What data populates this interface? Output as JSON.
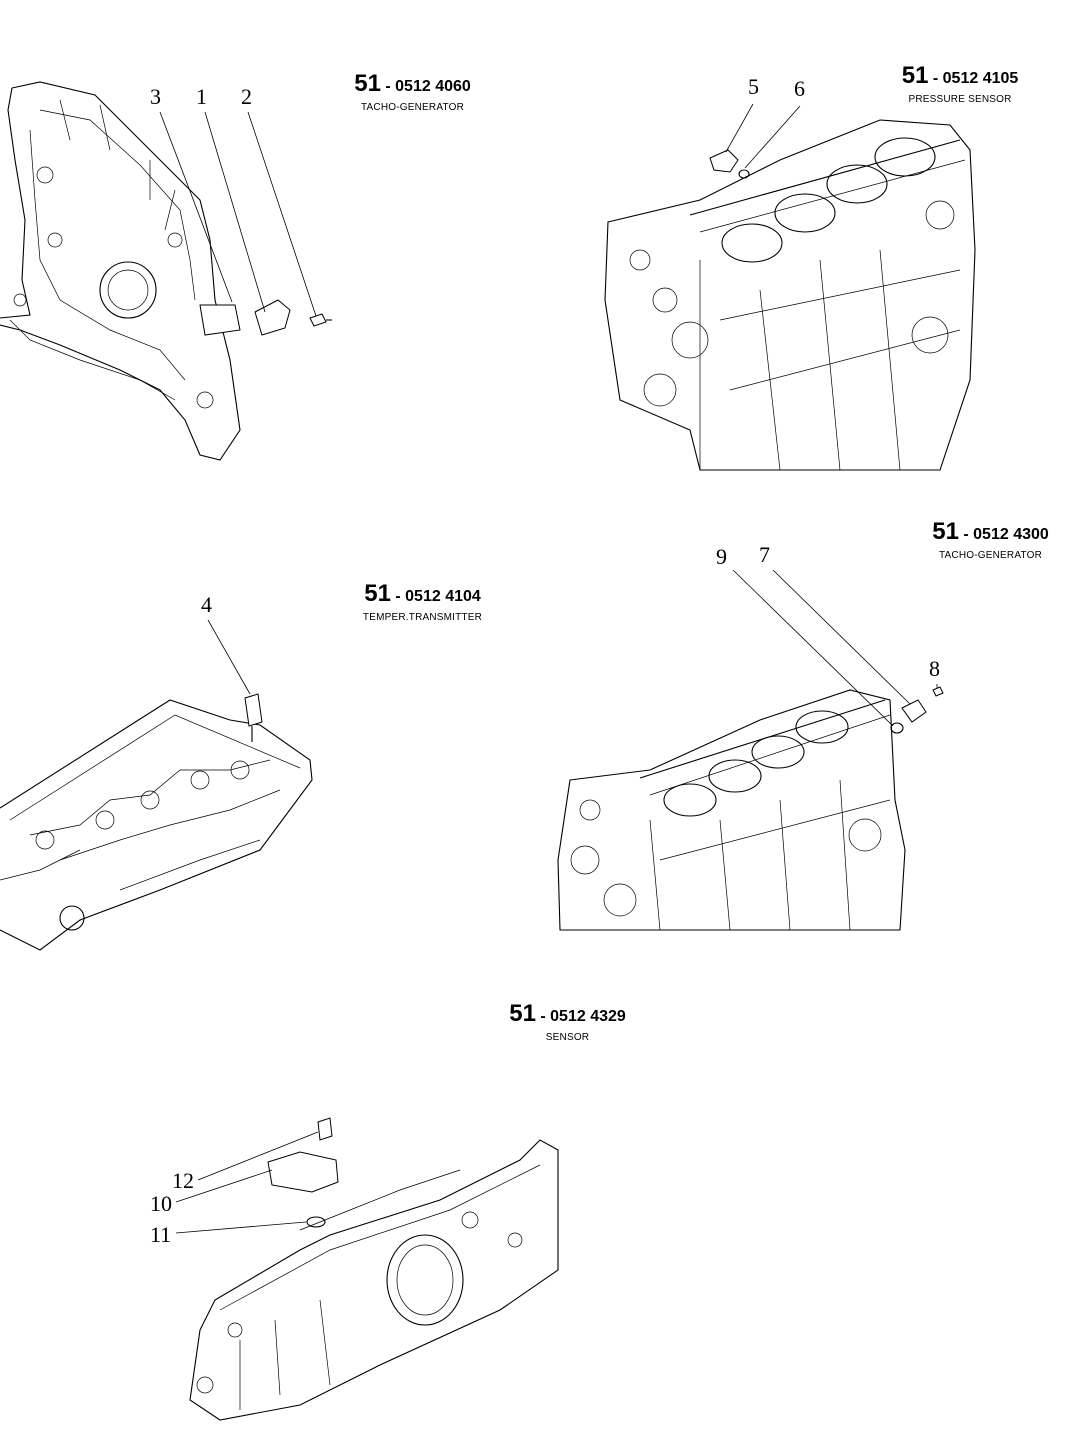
{
  "sections": [
    {
      "group": "51",
      "code": "- 0512 4060",
      "name": "TACHO-GENERATOR"
    },
    {
      "group": "51",
      "code": "- 0512 4105",
      "name": "PRESSURE SENSOR"
    },
    {
      "group": "51",
      "code": "- 0512 4104",
      "name": "TEMPER.TRANSMITTER"
    },
    {
      "group": "51",
      "code": "- 0512 4300",
      "name": "TACHO-GENERATOR"
    },
    {
      "group": "51",
      "code": "- 0512 4329",
      "name": "SENSOR"
    }
  ],
  "callouts": [
    "3",
    "1",
    "2",
    "5",
    "6",
    "4",
    "9",
    "7",
    "8",
    "12",
    "10",
    "11"
  ]
}
